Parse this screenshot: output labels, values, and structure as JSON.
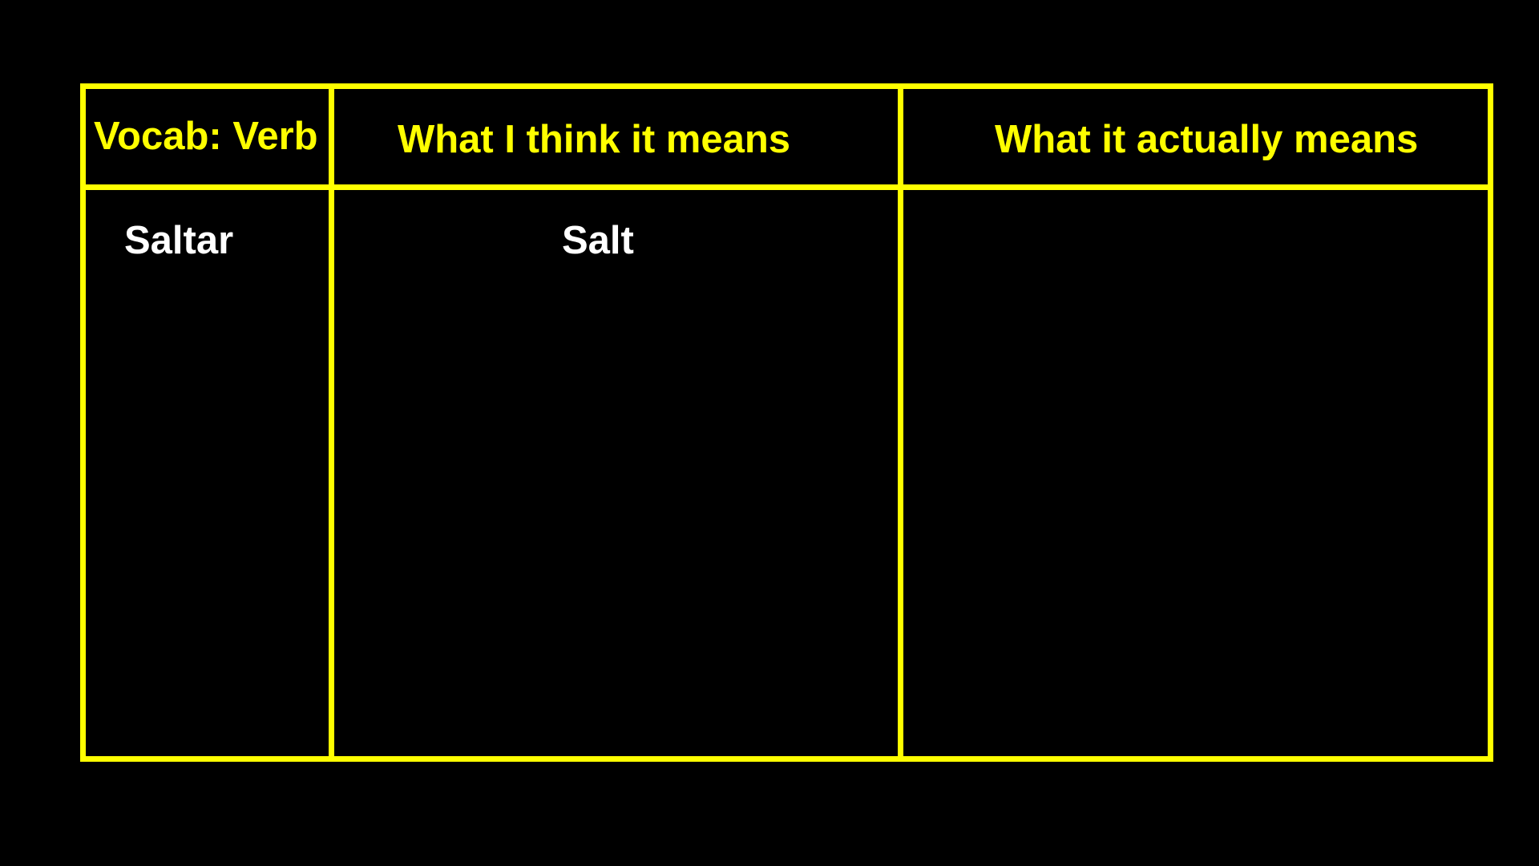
{
  "table": {
    "headers": [
      "Vocab: Verb",
      "What I think it means",
      "What it actually means"
    ],
    "rows": [
      [
        "Saltar",
        "Salt",
        ""
      ]
    ]
  },
  "colors": {
    "background": "#000000",
    "grid": "#FFFF00",
    "header_text": "#FFFF00",
    "body_text": "#FFFFFF"
  }
}
